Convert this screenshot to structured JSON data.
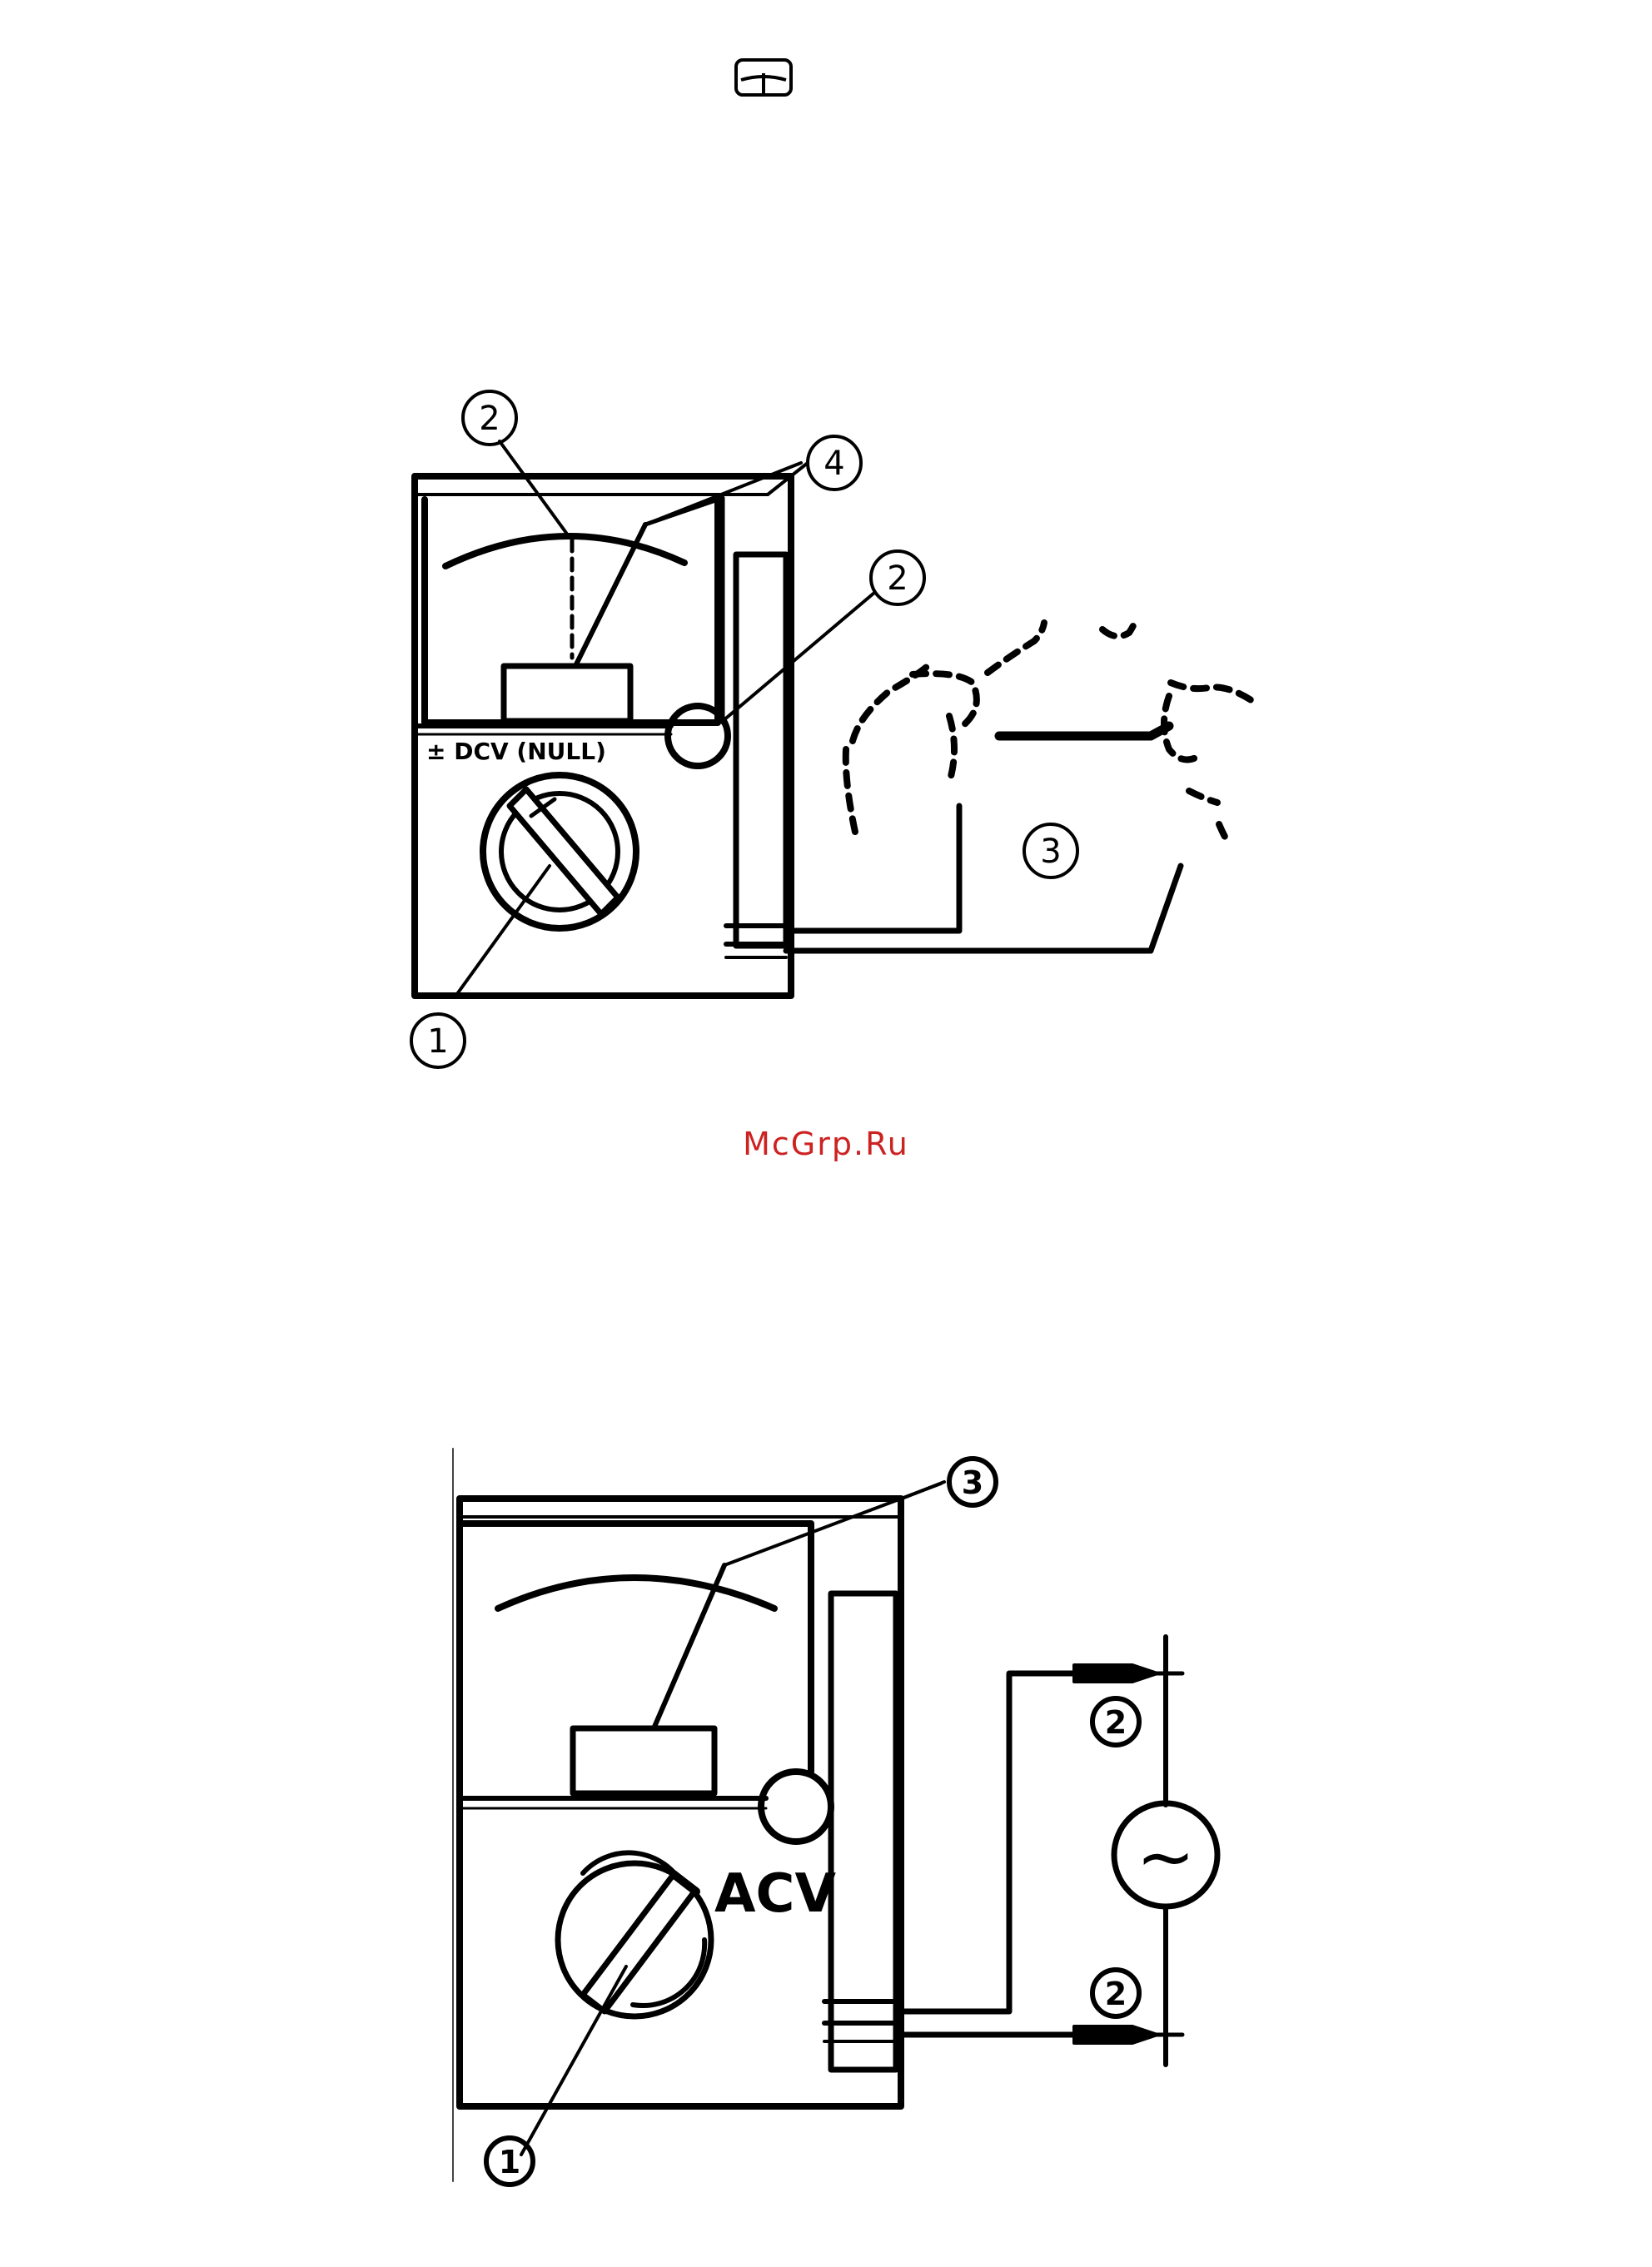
{
  "header": {
    "icon": "analog-meter-icon"
  },
  "watermark": {
    "text": "McGrp.Ru",
    "color": "#cc2222"
  },
  "diagram_top": {
    "range_label": "± DCV (NULL)",
    "callouts": [
      "2",
      "4",
      "2",
      "3",
      "1"
    ]
  },
  "diagram_bottom": {
    "range_label": "ACV",
    "source_symbol": "~",
    "callouts": [
      "3",
      "2",
      "2",
      "1"
    ]
  },
  "colors": {
    "ink": "#000000",
    "background": "#ffffff"
  }
}
